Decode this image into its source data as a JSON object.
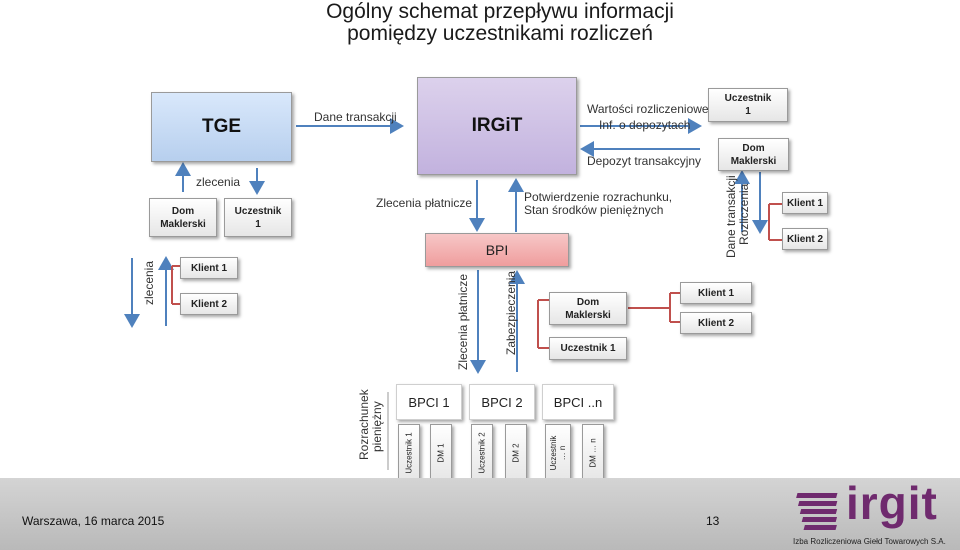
{
  "title": {
    "line1": "Ogólny schemat przepływu informacji",
    "line2": "pomiędzy uczestnikami rozliczeń"
  },
  "nodes": {
    "tge": "TGE",
    "irgit": "IRGiT",
    "bpi": "BPI",
    "uczestnik_top": "Uczestnik 1",
    "dom_top": "Dom Maklerski",
    "dom_left": "Dom Maklerski",
    "uczestnik_left": "Uczestnik 1",
    "klient1_left": "Klient 1",
    "klient2_left": "Klient 2",
    "klient1_right": "Klient 1",
    "klient2_right": "Klient 2",
    "dom_center": "Dom Maklerski",
    "uczestnik_center": "Uczestnik 1",
    "klient1_center": "Klient 1",
    "klient2_center": "Klient 2"
  },
  "labels": {
    "dane_transakcji": "Dane transakcji",
    "wartosci": "Wartości rozliczeniowe",
    "inf_depozyt": "Inf. o depozytach",
    "depozyt": "Depozyt transakcyjny",
    "zlecenia_top": "zlecenia",
    "zlecenia_side": "zlecenia",
    "zlecenia_platnicze": "Zlecenia płatnicze",
    "potwierdzenie_1": "Potwierdzenie rozrachunku,",
    "potwierdzenie_2": "Stan środków pieniężnych",
    "dane_transakcji_v1": "Dane transakcji",
    "dane_transakcji_v2": "Rozliczenia",
    "zlecenia_platnicze_v": "Zlecenia płatnicze",
    "zabezpieczenia_v": "Zabezpieczenia",
    "rozrachunek_1": "Rozrachunek",
    "rozrachunek_2": "pieniężny"
  },
  "bpci": {
    "b1": "BPCI 1",
    "b2": "BPCI 2",
    "bn": "BPCI ..n"
  },
  "vboxes": {
    "u1": "Uczestnik 1",
    "dm1": "DM 1",
    "u2": "Uczestnik 2",
    "dm2": "DM 2",
    "un": "Uczestnik … n",
    "dmn": "DM … n"
  },
  "footer": {
    "date": "Warszawa, 16 marca 2015",
    "page": "13",
    "logo": "irgit",
    "company": "Izba Rozliczeniowa Giełd Towarowych S.A."
  },
  "colors": {
    "arrow_blue": "#4f81bd",
    "bracket_red": "#c0504d",
    "logo_purple": "#6f2a6e"
  }
}
